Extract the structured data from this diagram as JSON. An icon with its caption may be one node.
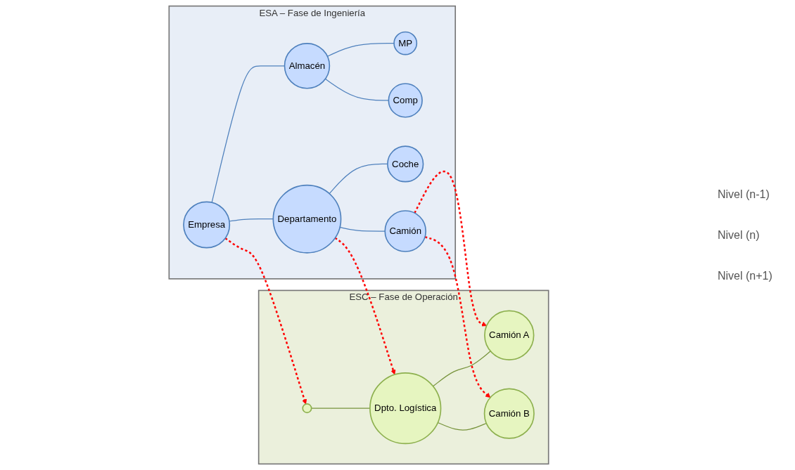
{
  "diagram": {
    "nodes": [
      {
        "text": [
          "ESA – Fase de Ingeniería"
        ]
      },
      {
        "text": [
          "Empresa"
        ],
        "in": 0
      },
      {
        "text": [
          "Almacén"
        ],
        "in": 0
      },
      {
        "text": [
          "Departamento"
        ],
        "in": 0
      },
      {
        "text": [
          "MP"
        ],
        "in": 0
      },
      {
        "text": [
          "Comp"
        ],
        "in": 0
      },
      {
        "text": [
          "Coche"
        ],
        "in": 0
      },
      {
        "text": [
          "Camión"
        ],
        "in": 0
      },
      {
        "text": [
          "ESC – Fase de Operación"
        ]
      },
      {
        "text": [],
        "shape": "circle",
        "in": 8
      },
      {
        "text": [
          "Dpto. Logística"
        ],
        "in": 8
      },
      {
        "text": [
          "Camión A"
        ],
        "in": 8
      },
      {
        "text": [
          "Camión B"
        ],
        "in": 8
      }
    ],
    "edges": [
      {
        "from": 1,
        "to": 2,
        "arrow": "none"
      },
      {
        "from": 1,
        "to": 3,
        "arrow": "none"
      },
      {
        "from": 2,
        "to": 4,
        "arrow": "none"
      },
      {
        "from": 2,
        "to": 5,
        "arrow": "none"
      },
      {
        "from": 3,
        "to": 6,
        "arrow": "none"
      },
      {
        "from": 3,
        "to": 7,
        "arrow": "none"
      },
      {
        "from": 9,
        "to": 10,
        "arrow": "none",
        "color": "#77933c"
      },
      {
        "from": 10,
        "to": 11,
        "arrow": "none",
        "color": "#77933c"
      },
      {
        "from": 10,
        "to": 12,
        "arrow": "none",
        "color": "#77933c"
      },
      {
        "from": 1,
        "to": 9,
        "arrow": "to",
        "style": "dashed",
        "color": "#ff0000"
      },
      {
        "from": 3,
        "to": 10,
        "arrow": "to",
        "style": "dashed",
        "color": "#ff0000"
      },
      {
        "from": 7,
        "to": 11,
        "arrow": "to",
        "style": "dashed",
        "color": "#ff0000"
      },
      {
        "from": 7,
        "to": 12,
        "arrow": "to",
        "style": "dashed",
        "color": "#ff0000"
      }
    ],
    "labels": [
      "Nivel (n-1)",
      "Nivel (n)",
      "Nivel (n+1)"
    ]
  }
}
